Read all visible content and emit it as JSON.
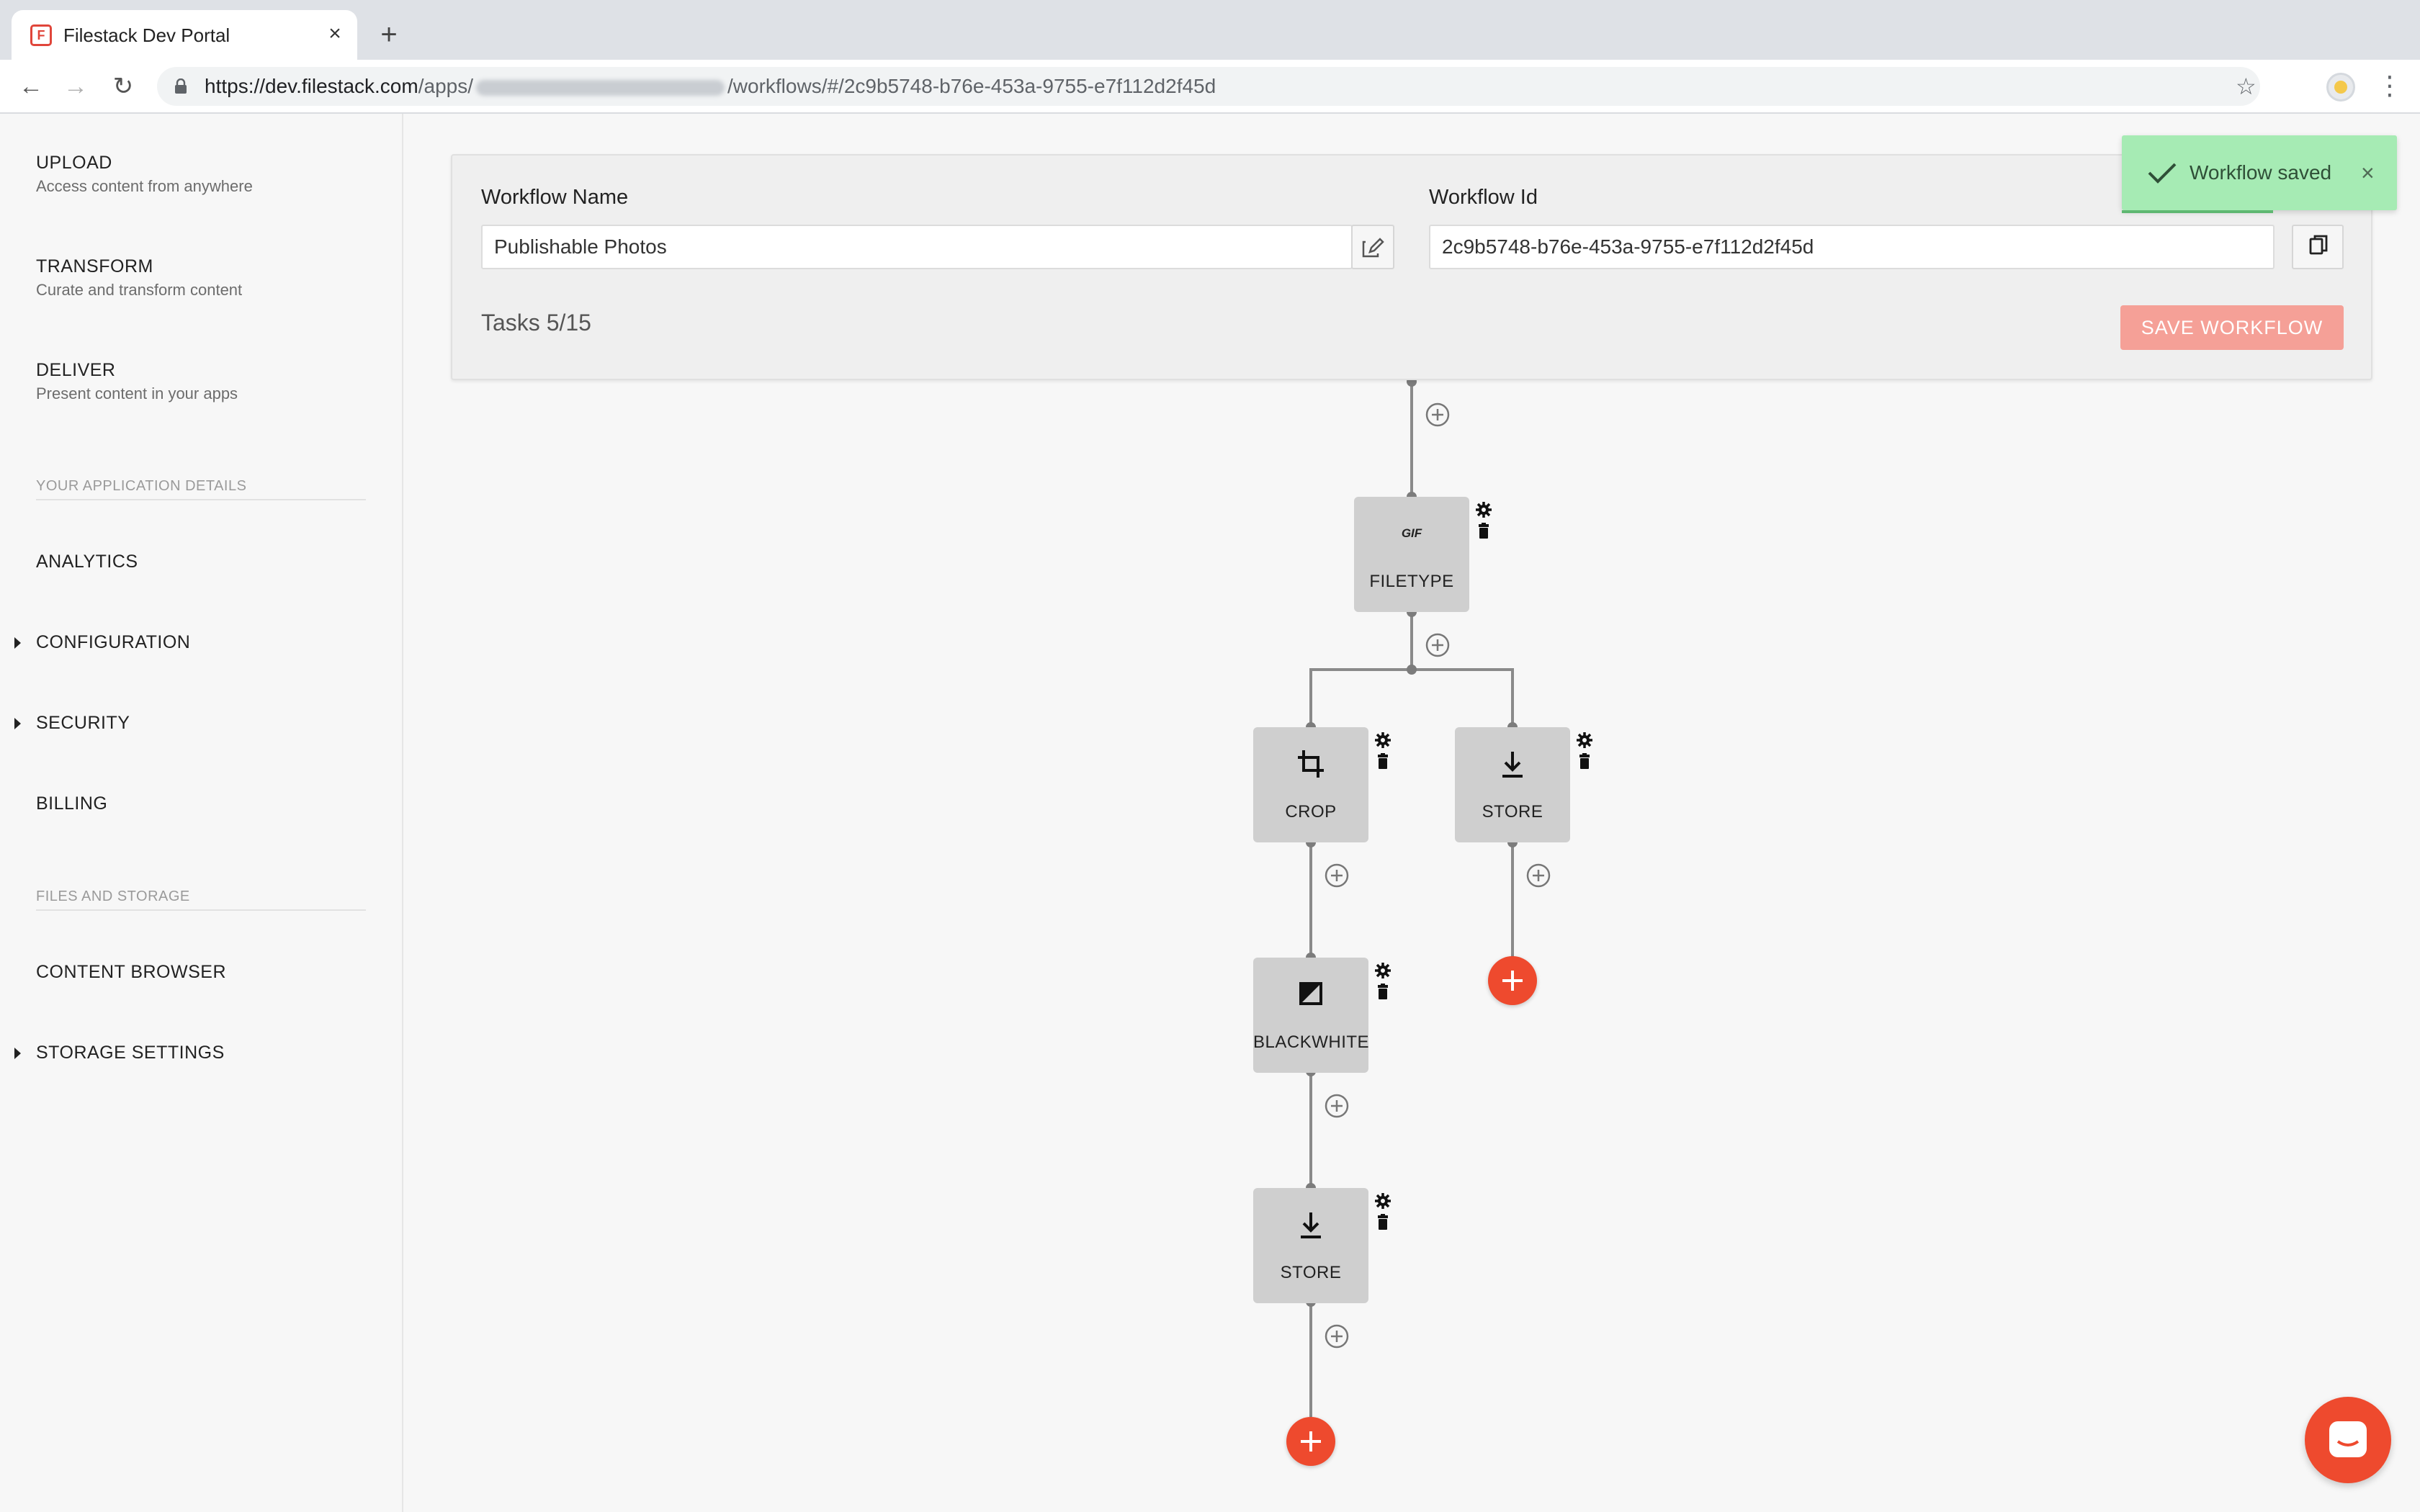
{
  "browser": {
    "tab_title": "Filestack Dev Portal",
    "tab_close": "×",
    "new_tab": "+",
    "url_start": "https://dev.filestack.com",
    "url_apps": "/apps/",
    "url_end": "/workflows/#/2c9b5748-b76e-453a-9755-e7f112d2f45d",
    "back": "←",
    "forward": "→",
    "reload": "↻",
    "star": "☆",
    "menu": "⋮"
  },
  "sidebar": {
    "upload": {
      "title": "UPLOAD",
      "sub": "Access content from anywhere"
    },
    "transform": {
      "title": "TRANSFORM",
      "sub": "Curate and transform content"
    },
    "deliver": {
      "title": "DELIVER",
      "sub": "Present content in your apps"
    },
    "section_app": "YOUR APPLICATION DETAILS",
    "analytics": "ANALYTICS",
    "configuration": "CONFIGURATION",
    "security": "SECURITY",
    "billing": "BILLING",
    "section_files": "FILES AND STORAGE",
    "content_browser": "CONTENT BROWSER",
    "storage_settings": "STORAGE SETTINGS"
  },
  "workflow": {
    "name_label": "Workflow Name",
    "name_value": "Publishable Photos",
    "id_label": "Workflow Id",
    "id_value": "2c9b5748-b76e-453a-9755-e7f112d2f45d",
    "tasks": "Tasks 5/15",
    "save_label": "SAVE WORKFLOW"
  },
  "toast": {
    "message": "Workflow saved",
    "close": "×"
  },
  "nodes": {
    "filetype": {
      "label": "FILETYPE",
      "icon_text": "GIF"
    },
    "crop": {
      "label": "CROP"
    },
    "store_right": {
      "label": "STORE"
    },
    "blackwhite": {
      "label": "BLACKWHITE"
    },
    "store_bottom": {
      "label": "STORE"
    }
  },
  "colors": {
    "accent": "#ee4a2e",
    "save_button": "#f5a097",
    "toast_bg": "#a6ebb4",
    "node_bg": "#cfcfcf",
    "connector": "#8a8a8a"
  }
}
